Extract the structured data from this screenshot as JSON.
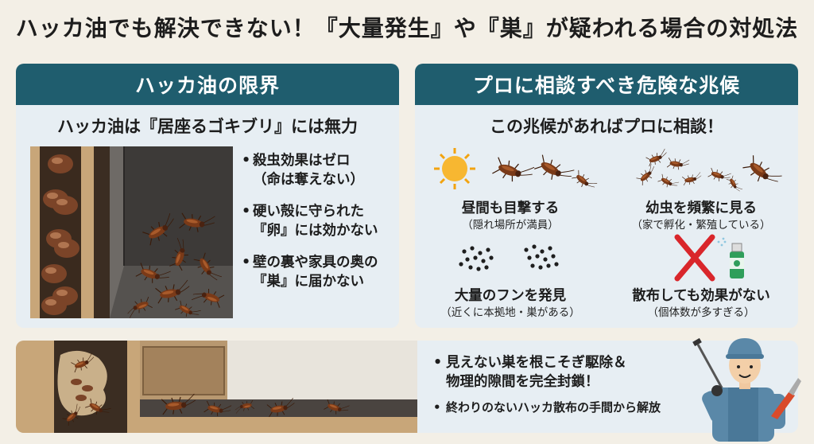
{
  "title": "ハッカ油でも解決できない！『大量発生』や『巣』が疑われる場合の対処法",
  "left_panel": {
    "header": "ハッカ油の限界",
    "subheading": "ハッカ油は『居座るゴキブリ』には無力",
    "bullets": [
      {
        "line1": "殺虫効果はゼロ",
        "line2": "（命は奪えない）"
      },
      {
        "line1": "硬い殻に守られた",
        "line2": "『卵』には効かない"
      },
      {
        "line1": "壁の裏や家具の奥の",
        "line2": "『巣』に届かない"
      }
    ]
  },
  "right_panel": {
    "header": "プロに相談すべき危険な兆候",
    "subheading": "この兆候があればプロに相談！",
    "signs": [
      {
        "label": "昼間も目撃する",
        "note": "（隠れ場所が満員）",
        "icon": "sun-and-cockroaches-icon"
      },
      {
        "label": "幼虫を頻繁に見る",
        "note": "（家で孵化・繁殖している）",
        "icon": "nymphs-icon"
      },
      {
        "label": "大量のフンを発見",
        "note": "（近くに本拠地・巣がある）",
        "icon": "droppings-icon"
      },
      {
        "label": "散布しても効果がない",
        "note": "（個体数が多すぎる）",
        "icon": "cross-and-spray-icon"
      }
    ]
  },
  "bottom": {
    "main_line1": "見えない巣を根こそぎ駆除＆",
    "main_line2": "物理的隙間を完全封鎖！",
    "sub": "終わりのないハッカ散布の手間から解放"
  },
  "colors": {
    "header_bg": "#1f5d6e",
    "panel_bg": "#e7eef3",
    "page_bg": "#f3efe6",
    "cross_red": "#d9262b",
    "cockroach_brown": "#7a3a18"
  }
}
